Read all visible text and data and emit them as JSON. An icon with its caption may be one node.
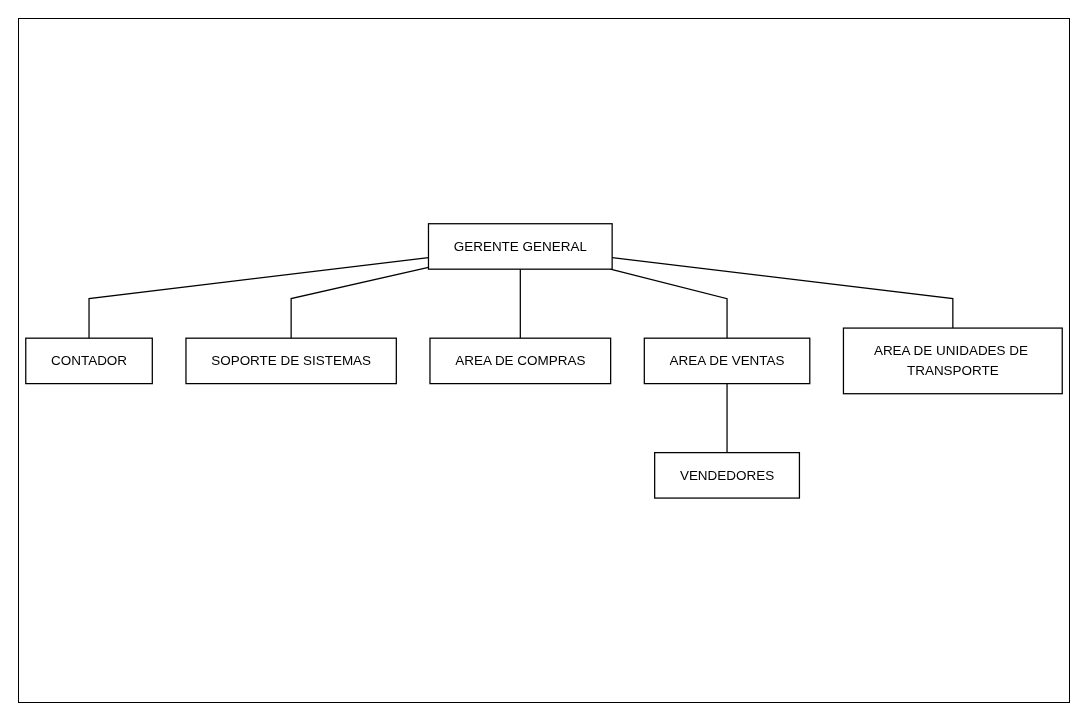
{
  "diagram": {
    "nodes": [
      {
        "text": [
          "GERENTE GENERAL"
        ]
      },
      {
        "text": [
          "CONTADOR"
        ]
      },
      {
        "text": [
          "SOPORTE DE SISTEMAS"
        ]
      },
      {
        "text": [
          "AREA DE COMPRAS"
        ]
      },
      {
        "text": [
          "AREA DE VENTAS"
        ]
      },
      {
        "text": [
          "AREA DE UNIDADES DE TRANSPORTE"
        ]
      },
      {
        "text": [
          "VENDEDORES"
        ]
      }
    ],
    "edges": [
      {
        "from": 0,
        "to": 1,
        "arrow": "none"
      },
      {
        "from": 0,
        "to": 2,
        "arrow": "none"
      },
      {
        "from": 0,
        "to": 3,
        "arrow": "none"
      },
      {
        "from": 0,
        "to": 4,
        "arrow": "none"
      },
      {
        "from": 0,
        "to": 5,
        "arrow": "none"
      },
      {
        "from": 4,
        "to": 6,
        "arrow": "none"
      }
    ]
  }
}
